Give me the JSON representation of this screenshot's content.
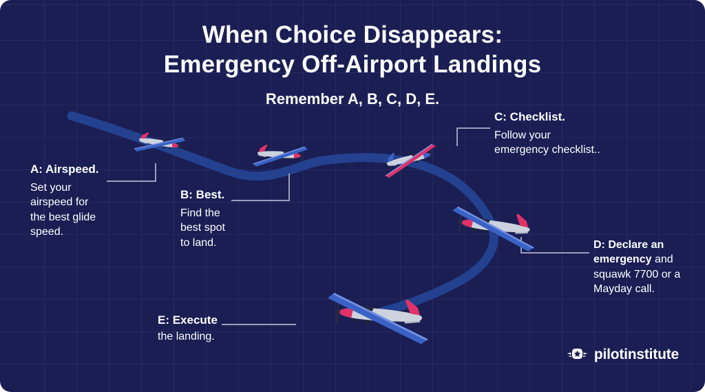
{
  "header": {
    "title_line1": "When Choice Disappears:",
    "title_line2": "Emergency Off-Airport Landings",
    "subtitle": "Remember A, B, C, D, E."
  },
  "steps": [
    {
      "heading": "A: Airspeed.",
      "body": "Set your\nairspeed for\nthe best glide\nspeed."
    },
    {
      "heading": "B: Best.",
      "body": "Find the\nbest spot\nto land."
    },
    {
      "heading": "C: Checklist.",
      "body": "Follow your\nemergency checklist.."
    },
    {
      "heading": "D: Declare an emergency",
      "body": " and squawk 7700 or a Mayday call."
    },
    {
      "heading": "E: Execute",
      "body": "the landing."
    }
  ],
  "logo": {
    "text": "pilotinstitute"
  },
  "colors": {
    "bg": "#1a1e53",
    "grid": "#252b63",
    "path": "#23418f",
    "text": "#ffffff",
    "plane_pink": "#e23169",
    "plane_blue": "#3a62c6",
    "plane_silver": "#ccd2de",
    "connector": "#c6cadd"
  }
}
